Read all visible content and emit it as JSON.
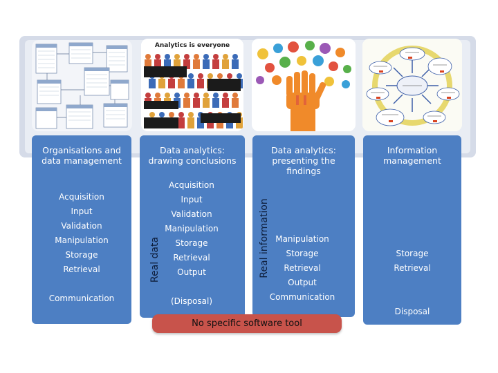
{
  "thumbnails": {
    "analytics_title": "Analytics is everyone"
  },
  "columns": [
    {
      "title": "Organisations and data management",
      "items": [
        "Acquisition",
        "Input",
        "Validation",
        "Manipulation",
        "Storage",
        "Retrieval",
        "Communication"
      ]
    },
    {
      "title": "Data analytics: drawing conclusions",
      "items": [
        "Acquisition",
        "Input",
        "Validation",
        "Manipulation",
        "Storage",
        "Retrieval",
        "Output",
        "(Disposal)"
      ]
    },
    {
      "title": "Data analytics: presenting the findings",
      "items": [
        "Manipulation",
        "Storage",
        "Retrieval",
        "Output",
        "Communication"
      ]
    },
    {
      "title": "Information management",
      "items": [
        "Storage",
        "Retrieval",
        "Disposal"
      ]
    }
  ],
  "side_labels": {
    "real_data": "Real data",
    "real_information": "Real information"
  },
  "footer": {
    "no_tool": "No specific software tool"
  },
  "colors": {
    "panel": "#4d7fc3",
    "pill": "#c8534b",
    "backplate": "#d5dbe8"
  }
}
